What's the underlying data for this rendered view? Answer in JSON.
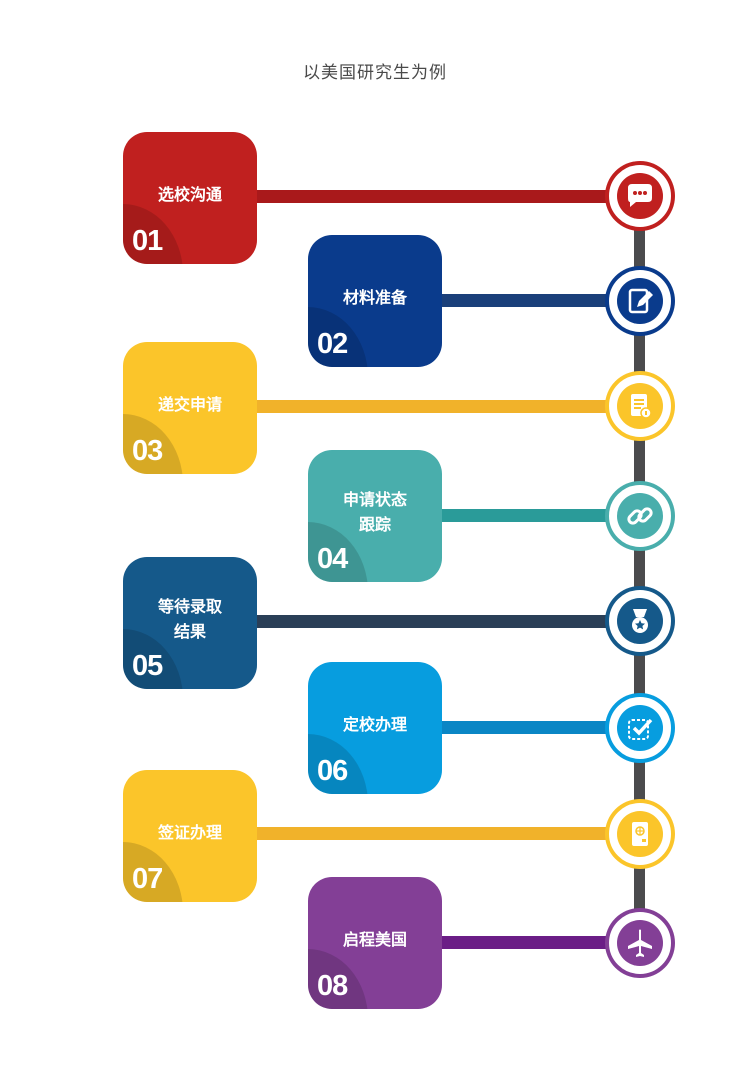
{
  "title": "以美国研究生为例",
  "steps": [
    {
      "num": "01",
      "label": "选校沟通",
      "color": "#c0201f",
      "line": "#a9191b",
      "icon": "chat-bubble-icon"
    },
    {
      "num": "02",
      "label": "材料准备",
      "color": "#0a3b8c",
      "line": "#1a3f7a",
      "icon": "document-edit-icon"
    },
    {
      "num": "03",
      "label": "递交申请",
      "color": "#fbc52a",
      "line": "#f1b22a",
      "icon": "document-stamp-icon"
    },
    {
      "num": "04",
      "label": "申请状态\n跟踪",
      "color": "#49aeac",
      "line": "#2a9b99",
      "icon": "link-chain-icon"
    },
    {
      "num": "05",
      "label": "等待录取\n结果",
      "color": "#15598a",
      "line": "#2a3f57",
      "icon": "medal-icon"
    },
    {
      "num": "06",
      "label": "定校办理",
      "color": "#079ddf",
      "line": "#0a86c5",
      "icon": "checkbox-icon"
    },
    {
      "num": "07",
      "label": "签证办理",
      "color": "#fbc52a",
      "line": "#f1b22a",
      "icon": "passport-icon"
    },
    {
      "num": "08",
      "label": "启程美国",
      "color": "#833f96",
      "line": "#6b1d86",
      "icon": "airplane-icon"
    }
  ]
}
